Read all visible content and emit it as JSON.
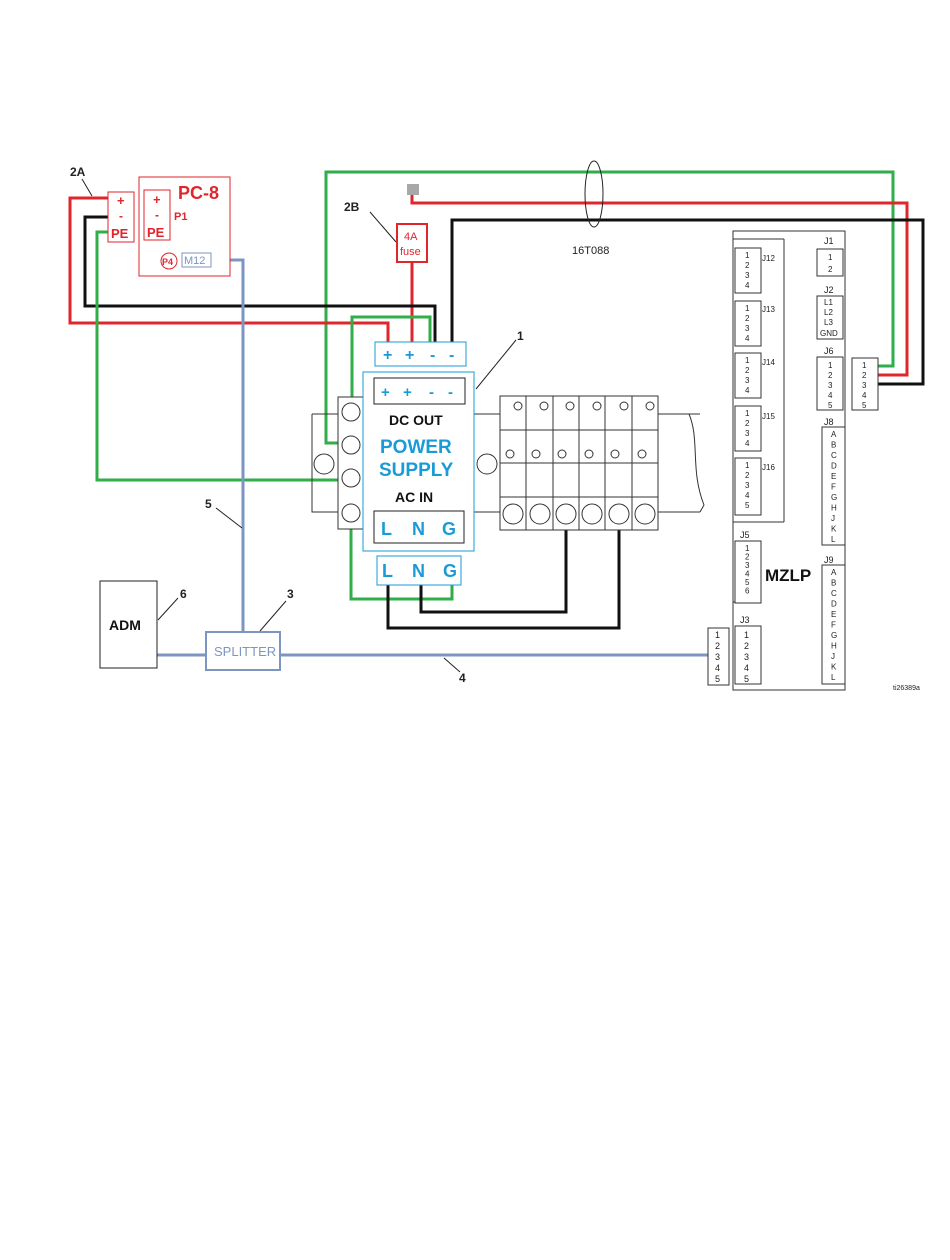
{
  "colors": {
    "red": "#e0252b",
    "black": "#111111",
    "green": "#2fae4a",
    "blue_cable": "#7b96c0",
    "power_supply_blue": "#1a9bd7",
    "outline": "#333333"
  },
  "callouts": {
    "c2a": "2A",
    "c2b": "2B",
    "c1": "1",
    "c5": "5",
    "c6": "6",
    "c3": "3",
    "c4": "4"
  },
  "pc8": {
    "title": "PC-8",
    "p1": "P1",
    "p4": "P4",
    "m12": "M12",
    "plus": "+",
    "minus": "-",
    "pe": "PE"
  },
  "fuse": {
    "line1": "4A",
    "line2": "fuse"
  },
  "cable_label": "16T088",
  "power_supply": {
    "dc_out": "DC OUT",
    "title_line1": "POWER",
    "title_line2": "SUPPLY",
    "ac_in": "AC IN",
    "plus": "+",
    "minus": "-",
    "L": "L",
    "N": "N",
    "G": "G"
  },
  "adm": "ADM",
  "splitter": "SPLITTER",
  "mzlp": {
    "title": "MZLP",
    "j1": "J1",
    "j2": "J2",
    "j3": "J3",
    "j5": "J5",
    "j6": "J6",
    "j8": "J8",
    "j9": "J9",
    "j12": "J12",
    "j13": "J13",
    "j14": "J14",
    "j15": "J15",
    "j16": "J16",
    "j2_pins": [
      "L1",
      "L2",
      "L3",
      "GND"
    ],
    "letters": [
      "A",
      "B",
      "C",
      "D",
      "E",
      "F",
      "G",
      "H",
      "J",
      "K",
      "L"
    ]
  },
  "figure_id": "ti26389a"
}
